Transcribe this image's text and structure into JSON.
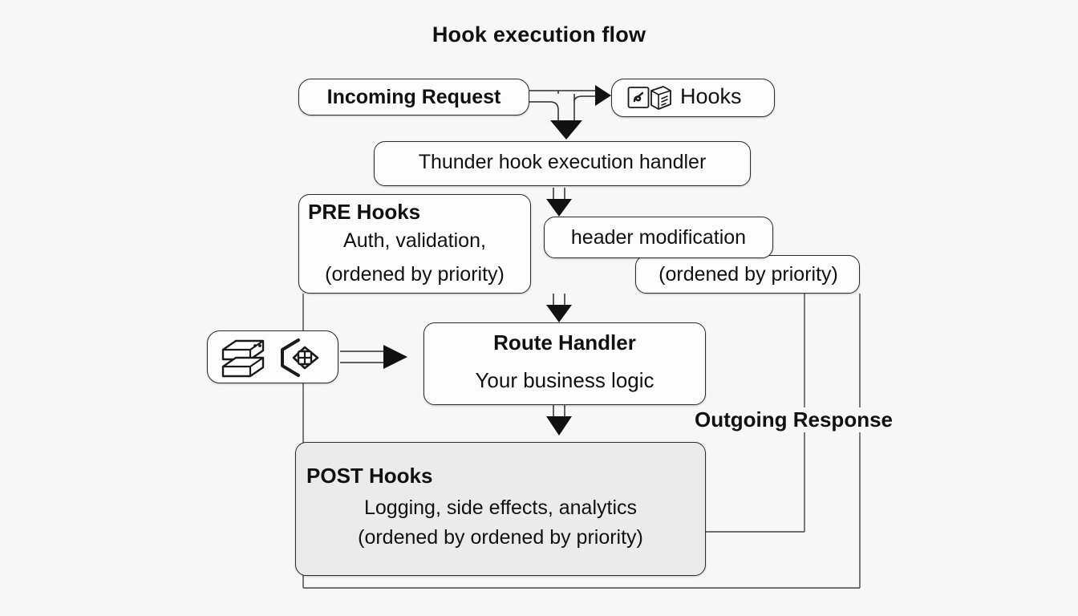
{
  "diagram": {
    "title": "Hook execution flow",
    "background_color": "#f7f7f8",
    "stroke_color": "#2b2b2b",
    "post_hooks_fill": "#ebebeb",
    "node_fill": "#fcfcfc"
  },
  "nodes": {
    "incoming_request": {
      "label": "Incoming Request"
    },
    "hooks": {
      "label": "Hooks",
      "icon": "hook-document-icon"
    },
    "thunder_handler": {
      "label": "Thunder hook execution handler"
    },
    "pre_hooks": {
      "title": "PRE Hooks",
      "line1": "Auth, validation,",
      "line2": "(ordened by priority)"
    },
    "header_modification": {
      "label": "header modification"
    },
    "ordered_by_priority": {
      "label": "(ordened by priority)"
    },
    "services_icon": {
      "icon_primary": "server-stack-icon",
      "icon_secondary": "hexagon-node-icon"
    },
    "route_handler": {
      "title": "Route Handler",
      "subtitle": "Your business logic"
    },
    "post_hooks": {
      "title": "POST Hooks",
      "line1": "Logging, side effects, analytics",
      "line2": "(ordened by ordened by priority)"
    },
    "outgoing_response": {
      "label": "Outgoing Response"
    }
  },
  "edges": [
    {
      "name": "request-to-hooks",
      "from": "incoming_request",
      "to": "hooks",
      "style": "double-line-arrow"
    },
    {
      "name": "request-to-handler",
      "from": "incoming_request",
      "to": "thunder_handler",
      "style": "double-line-arrow"
    },
    {
      "name": "handler-to-pre-hooks",
      "from": "thunder_handler",
      "to": "header_modification",
      "style": "double-line-arrow"
    },
    {
      "name": "pre-hooks-to-route-handler",
      "from": "pre_hooks",
      "to": "route_handler",
      "style": "double-line-arrow"
    },
    {
      "name": "services-to-route-handler",
      "from": "services_icon",
      "to": "route_handler",
      "style": "double-line-arrow"
    },
    {
      "name": "route-handler-to-post-hooks",
      "from": "route_handler",
      "to": "post_hooks",
      "style": "double-line-arrow"
    },
    {
      "name": "post-hooks-return-path",
      "from": "post_hooks",
      "to": "outgoing_response",
      "style": "plain-line"
    },
    {
      "name": "outer-return-path",
      "from": "post_hooks",
      "to": "pre_hooks",
      "style": "plain-line"
    }
  ]
}
